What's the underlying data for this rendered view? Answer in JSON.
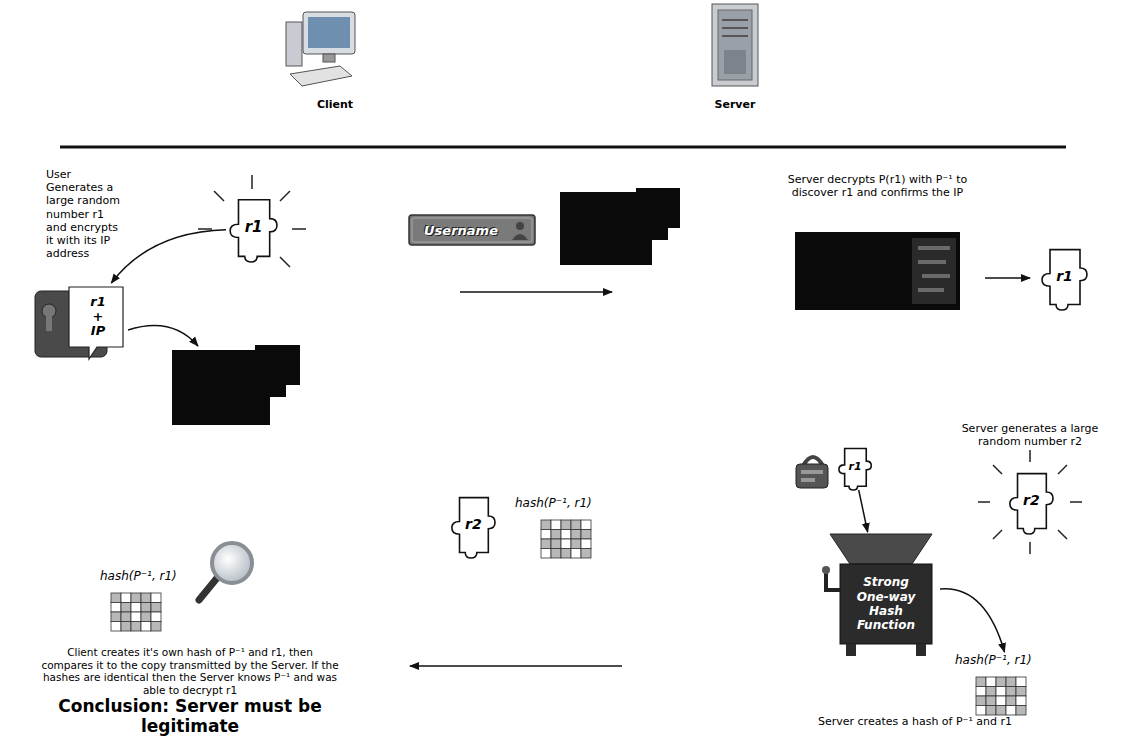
{
  "diagram": {
    "nodes": [
      {
        "text": [
          "r1"
        ]
      },
      {
        "text": [
          "r1 + IP"
        ]
      },
      {
        "text": [
          "Username"
        ]
      },
      {
        "text": [
          "r1"
        ]
      },
      {
        "text": [
          "Strong One-way Hash Function"
        ]
      },
      {
        "text": [
          "r1"
        ]
      },
      {
        "text": [
          "r2"
        ]
      },
      {
        "text": [
          "hash(P⁻¹, r1)"
        ]
      },
      {
        "text": [
          "r2"
        ]
      },
      {
        "text": [
          "hash(P⁻¹, r1)"
        ]
      },
      {
        "text": [
          "hash(P⁻¹, r1)"
        ]
      }
    ],
    "edges": [
      {
        "from": 0,
        "to": 1,
        "arrow": "to"
      },
      {
        "from": 5,
        "to": 4,
        "arrow": "to"
      },
      {
        "from": 4,
        "to": 7,
        "arrow": "to"
      }
    ],
    "labels": [
      "Client",
      "Server",
      "User Generates a large random number r1 and encrypts it with its IP address",
      "Server decrypts P(r1) with P⁻¹ to discover r1 and confirms the IP",
      "Server generates a large random number r2",
      "Server creates a hash of P⁻¹ and r1",
      "Client creates it's own hash of P⁻¹ and r1, then compares it to the copy transmitted by the Server. If the hashes are identical then the Server knows P⁻¹ and was able to decrypt r1",
      "Conclusion: Server must be legitimate"
    ]
  }
}
